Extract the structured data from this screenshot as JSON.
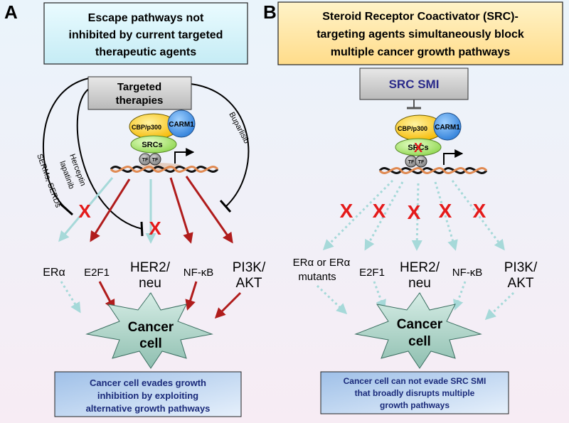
{
  "panel_a": {
    "letter": "A",
    "header_lines": [
      "Escape pathways not",
      "inhibited by current targeted",
      "therapeutic agents"
    ],
    "box_lines": [
      "Targeted",
      "therapies"
    ],
    "drugs": {
      "serms": "SERMs, SERDs",
      "herceptin": "Herceptin",
      "lapatinib": "lapatinib",
      "buparlisib": "Buparlisib"
    },
    "complex": {
      "cbp": "CBP/p300",
      "carm1": "CARM1",
      "srcs": "SRCs",
      "tf": "TF"
    },
    "pathways": {
      "er": "ERα",
      "e2f1": "E2F1",
      "her2_1": "HER2/",
      "her2_2": "neu",
      "nfkb": "NF-κB",
      "pi3k_1": "PI3K/",
      "pi3k_2": "AKT"
    },
    "cancer_lines": [
      "Cancer",
      "cell"
    ],
    "x_mark": "X",
    "footer_lines": [
      "Cancer cell evades growth",
      "inhibition by exploiting",
      "alternative growth pathways"
    ]
  },
  "panel_b": {
    "letter": "B",
    "header_lines": [
      "Steroid Receptor Coactivator (SRC)-",
      "targeting agents simultaneously block",
      "multiple cancer growth pathways"
    ],
    "box_label": "SRC SMI",
    "complex": {
      "cbp": "CBP/p300",
      "carm1": "CARM1",
      "srcs": "SRCs",
      "tf": "TF",
      "x_mark": "X"
    },
    "x_mark": "X",
    "pathways": {
      "er_1": "ERα or ERα",
      "er_2": "mutants",
      "e2f1": "E2F1",
      "her2_1": "HER2/",
      "her2_2": "neu",
      "nfkb": "NF-κB",
      "pi3k_1": "PI3K/",
      "pi3k_2": "AKT"
    },
    "cancer_lines": [
      "Cancer",
      "cell"
    ],
    "footer_lines": [
      "Cancer cell can not evade SRC SMI",
      "that broadly disrupts multiple",
      "growth pathways"
    ]
  },
  "colors": {
    "red_arrow": "#b01c1c",
    "blue_arrow": "#a6d9d9",
    "x_red": "#e41a1a",
    "cbp_yellow": "#ffd22e",
    "carm1_blue": "#4aa3ee",
    "srcs_green": "#b8f07a",
    "star_green": "#a8cfc3",
    "header_a": "#d4f1f8",
    "header_b": "#ffe9a8",
    "footer": "#c3d7f0"
  }
}
